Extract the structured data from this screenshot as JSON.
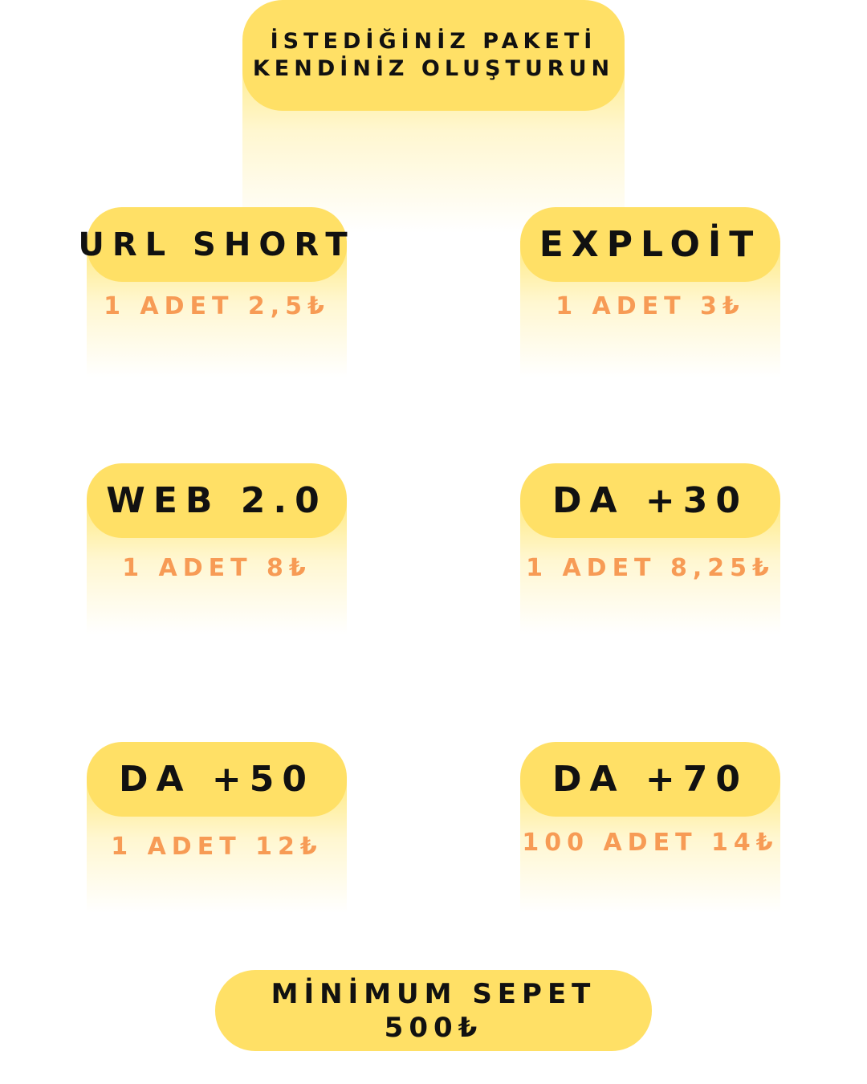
{
  "header": {
    "line1": "İSTEDİĞİNİZ PAKETİ",
    "line2": "KENDİNİZ OLUŞTURUN"
  },
  "packages": [
    {
      "name": "URL SHORT",
      "price": "1 ADET 2,5₺"
    },
    {
      "name": "EXPLOİT",
      "price": "1 ADET 3₺"
    },
    {
      "name": "WEB 2.0",
      "price": "1 ADET 8₺"
    },
    {
      "name": "DA +30",
      "price": "1 ADET 8,25₺"
    },
    {
      "name": "DA +50",
      "price": "1 ADET 12₺"
    },
    {
      "name": "DA +70",
      "price": "100 ADET 14₺"
    }
  ],
  "footer": {
    "line1": "MİNİMUM SEPET",
    "line2": "500₺"
  },
  "colors": {
    "pill": "#ffe066",
    "title_text": "#111111",
    "price_text": "#f79b55",
    "background": "#ffffff"
  }
}
